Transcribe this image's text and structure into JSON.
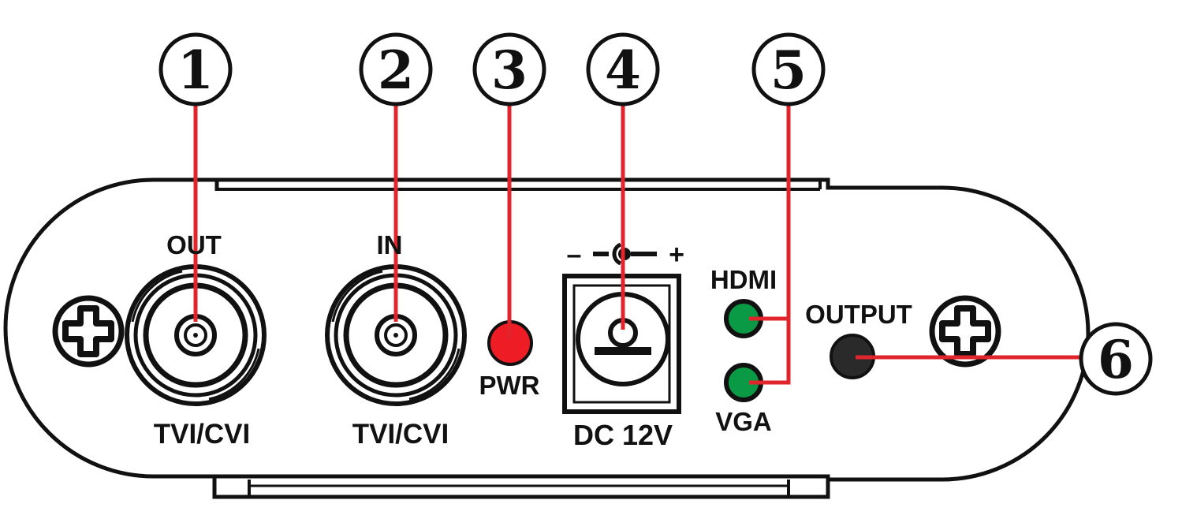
{
  "callouts": [
    "1",
    "2",
    "3",
    "4",
    "5",
    "6"
  ],
  "labels": {
    "out": "OUT",
    "in": "IN",
    "out_signal": "TVI/CVI",
    "in_signal": "TVI/CVI",
    "pwr": "PWR",
    "dc": "DC 12V",
    "polarity_minus": "–",
    "polarity_plus": "+",
    "hdmi": "HDMI",
    "vga": "VGA",
    "output": "OUTPUT"
  },
  "colors": {
    "outline": "#111111",
    "leader_line": "#e0262c",
    "pwr_led": "#ee1c25",
    "status_led": "#0a9a45",
    "output_button": "#2a2a2a"
  },
  "icons": {
    "screw": "phillips-screw-icon",
    "bnc": "bnc-connector-icon",
    "dc_jack": "dc-barrel-jack-icon",
    "polarity": "center-positive-polarity-icon"
  }
}
